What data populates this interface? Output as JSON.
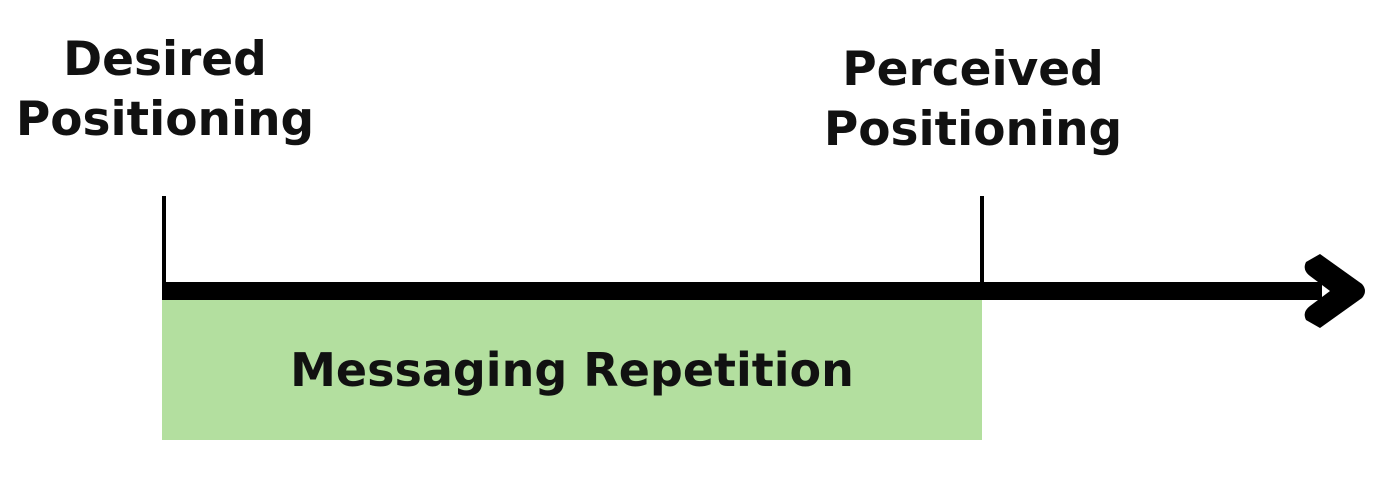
{
  "labels": {
    "desired": [
      "Desired",
      "Positioning"
    ],
    "perceived": [
      "Perceived",
      "Positioning"
    ],
    "messaging": "Messaging Repetition"
  },
  "colors": {
    "band": "#b3df9f",
    "line": "#000000",
    "text": "#111111"
  }
}
